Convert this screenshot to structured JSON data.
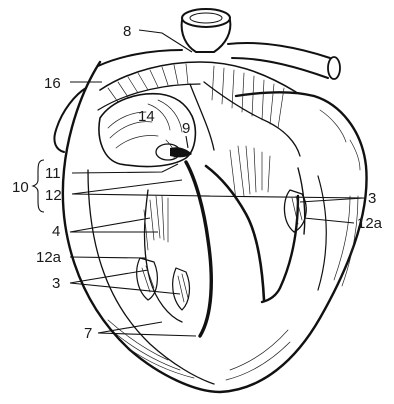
{
  "labels": {
    "l8": "8",
    "l16": "16",
    "l14": "14",
    "l9": "9",
    "l10": "10",
    "l11": "11",
    "l12_left": "12",
    "l3_right": "3",
    "l12a_right": "12a",
    "l4": "4",
    "l12a_left": "12a",
    "l3_left": "3",
    "l7": "7"
  }
}
